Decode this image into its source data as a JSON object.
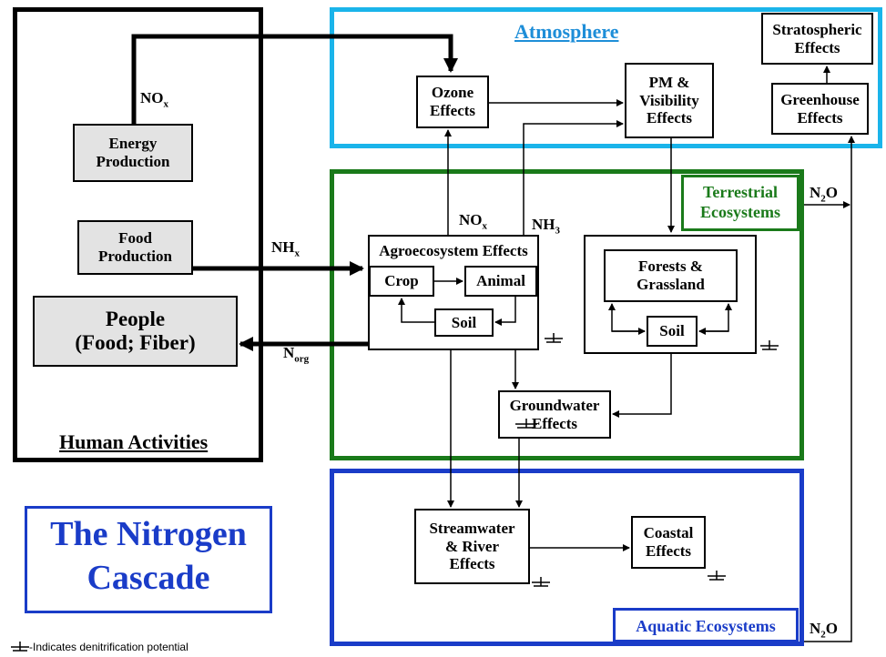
{
  "regions": {
    "human": "Human Activities",
    "atmosphere": "Atmosphere",
    "terrestrial": "Terrestrial\nEcosystems",
    "aquatic": "Aquatic Ecosystems"
  },
  "title": "The Nitrogen\nCascade",
  "nodes": {
    "energy": "Energy\nProduction",
    "food": "Food\nProduction",
    "people": "People\n(Food; Fiber)",
    "ozone": "Ozone\nEffects",
    "pm": "PM &\nVisibility\nEffects",
    "strato": "Stratospheric\nEffects",
    "greenhouse": "Greenhouse\nEffects",
    "agro": "Agroecosystem Effects",
    "crop": "Crop",
    "animal": "Animal",
    "agro_soil": "Soil",
    "forests": "Forests &\nGrassland",
    "forest_soil": "Soil",
    "groundwater_line1": "Groundwater",
    "groundwater_line2": "Effects",
    "stream": "Streamwater\n& River\nEffects",
    "coastal": "Coastal\nEffects"
  },
  "flows": {
    "nox_energy": {
      "main": "NO",
      "sub": "x"
    },
    "nhx": {
      "main": "NH",
      "sub": "x"
    },
    "norg": {
      "main": "N",
      "sub": "org"
    },
    "nox_agro": {
      "main": "NO",
      "sub": "x"
    },
    "nh3": {
      "main": "NH",
      "sub": "3"
    },
    "n2o_terr": {
      "main": "N",
      "sub": "2",
      "tail": "O"
    },
    "n2o_aq": {
      "main": "N",
      "sub": "2",
      "tail": "O"
    }
  },
  "legend": "-Indicates denitrification potential",
  "colors": {
    "atmosphere": "#1ab4ea",
    "terrestrial": "#1a7a1a",
    "aquatic": "#1a3cc8",
    "title": "#1a3cc8"
  }
}
